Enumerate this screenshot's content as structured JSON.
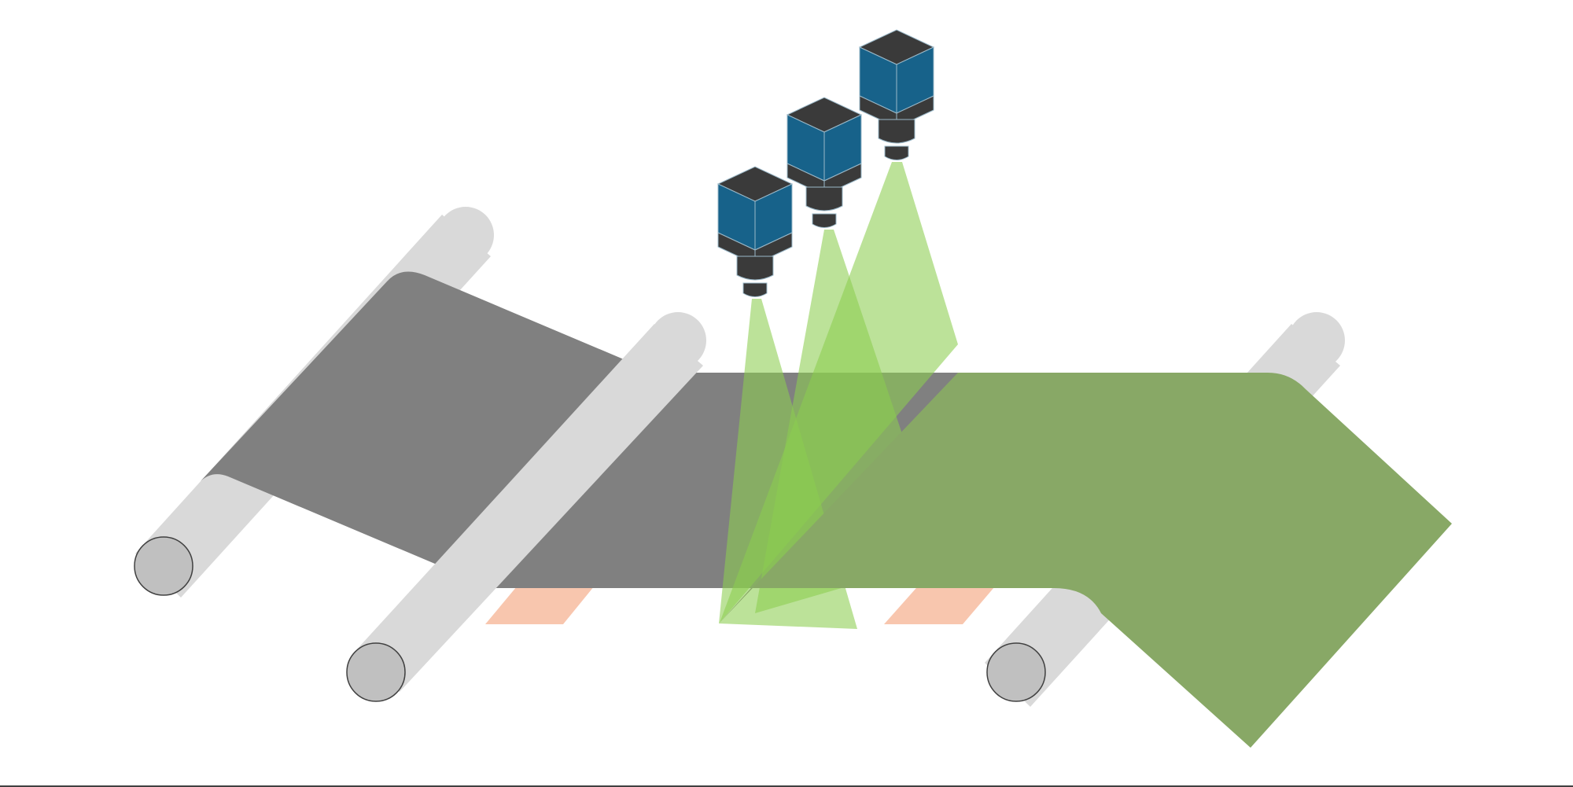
{
  "diagram": {
    "subject": "machine-vision-conveyor-inspection",
    "camera_count": 3,
    "roller_count": 3,
    "support_leg_count": 2,
    "colors": {
      "background": "#ffffff",
      "belt": "#808080",
      "roller_body": "#d9d9d9",
      "roller_cap": "#c0c0c0",
      "roller_outline": "#404040",
      "support_leg": "#f8c6ae",
      "camera_body": "#17628a",
      "camera_dark": "#3a3a3a",
      "camera_edge": "#9ab8c8",
      "light_cone": "#8ccd50",
      "product_arrow": "#88a866",
      "ground_line": "#404040"
    },
    "opacity": {
      "light_cone": 0.58
    }
  }
}
